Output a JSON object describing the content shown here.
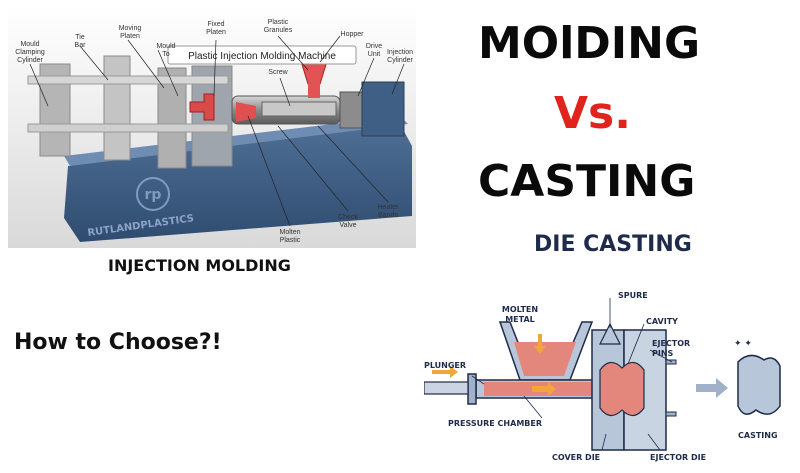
{
  "title": {
    "line1": "MOlDING",
    "line2": "Vs.",
    "line3": "CASTING"
  },
  "left_panel": {
    "caption": "INJECTION MOLDING",
    "tooltip": "Plastic Injection Molding Machine",
    "brand": "RUTLANDPLASTICS",
    "labels": {
      "mould_clamping_1": "Mould",
      "mould_clamping_2": "Clamping",
      "mould_clamping_3": "Cylinder",
      "tie_bar_1": "Tie",
      "tie_bar_2": "Bar",
      "moving_platen_1": "Moving",
      "moving_platen_2": "Platen",
      "mould_tool_1": "Mould",
      "mould_tool_2": "To",
      "fixed_platen_1": "Fixed",
      "fixed_platen_2": "Platen",
      "plastic_granules_1": "Plastic",
      "plastic_granules_2": "Granules",
      "hopper": "Hopper",
      "screw": "Screw",
      "drive_unit_1": "Drive",
      "drive_unit_2": "Unit",
      "injection_cylinder_1": "Injection",
      "injection_cylinder_2": "Cylinder",
      "molten_plastic_1": "Molten",
      "molten_plastic_2": "Plastic",
      "check_valve_1": "Check",
      "check_valve_2": "Valve",
      "heater_bands_1": "Heater",
      "heater_bands_2": "Bands"
    }
  },
  "question": "How to Choose?!",
  "die_casting": {
    "heading": "DIE CASTING",
    "labels": {
      "molten_metal_1": "MOLTEN",
      "molten_metal_2": "METAL",
      "spure": "SPURE",
      "cavity": "CAVITY",
      "ejector_pins_1": "EJECTOR",
      "ejector_pins_2": "PINS",
      "plunger": "PLUNGER",
      "pressure_chamber": "PRESSURE CHAMBER",
      "cover_die": "COVER DIE",
      "ejector_die": "EJECTOR DIE",
      "casting": "CASTING"
    }
  }
}
